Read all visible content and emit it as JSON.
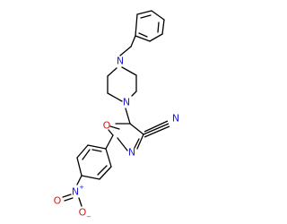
{
  "structure": {
    "atoms": {
      "piperazine_n_top": {
        "symbol": "N",
        "color": "#1f1fd0"
      },
      "piperazine_n_bottom": {
        "symbol": "N",
        "color": "#1f1fd0"
      },
      "oxazole_o": {
        "symbol": "O",
        "color": "#d01f1f"
      },
      "oxazole_n": {
        "symbol": "N",
        "color": "#1f1fd0"
      },
      "nitrile_n": {
        "symbol": "N",
        "color": "#1f1fd0"
      },
      "nitro_n": {
        "symbol": "N",
        "color": "#1f1fd0",
        "charge": "+"
      },
      "nitro_o_left": {
        "symbol": "O",
        "color": "#d01f1f"
      },
      "nitro_o_right": {
        "symbol": "O",
        "color": "#d01f1f",
        "charge": "−"
      }
    },
    "bond_color": "#000000"
  }
}
